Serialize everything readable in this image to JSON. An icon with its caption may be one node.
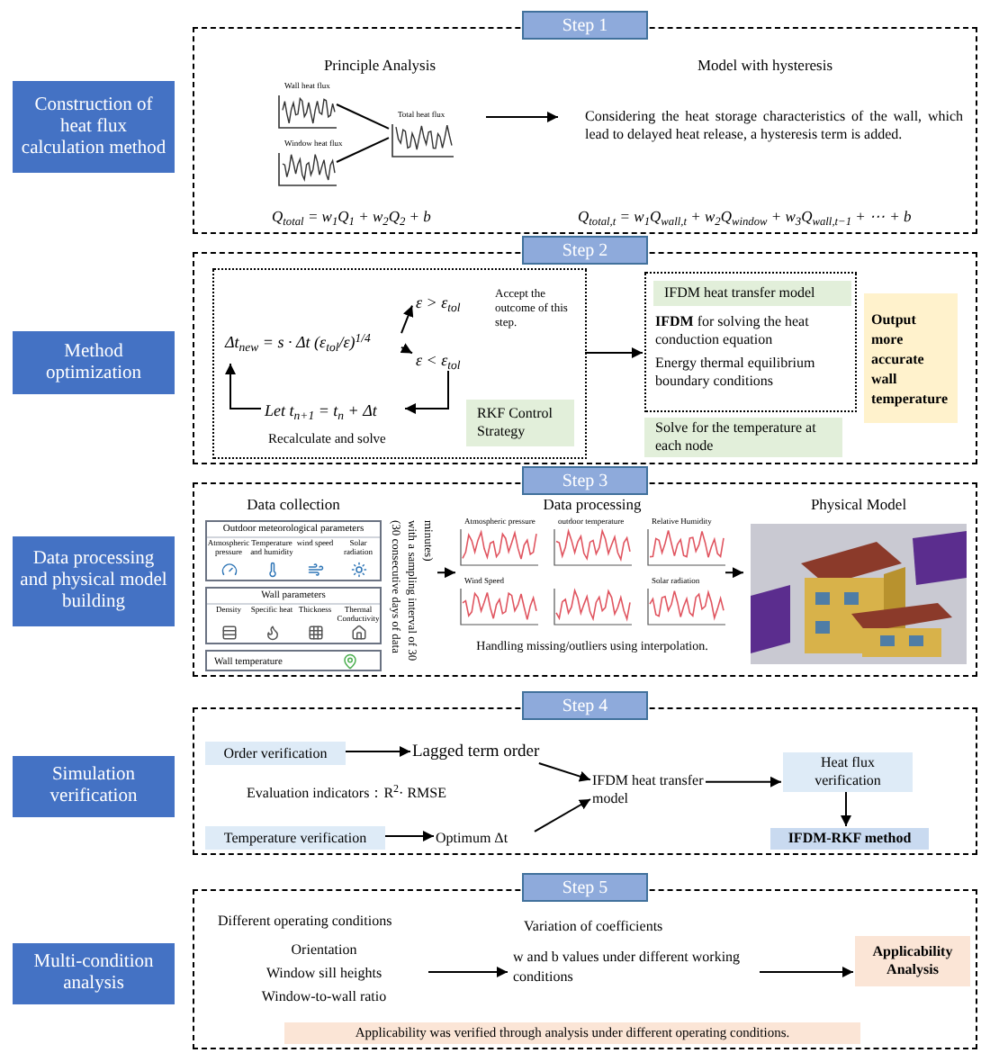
{
  "diagram": {
    "nodes": [
      {
        "text": [
          "Construction of heat flux calculation method"
        ]
      },
      {
        "text": [
          "Step 1"
        ]
      },
      {
        "text": [
          "Principle Analysis",
          "Q$_{total}$ = w$_{1}$Q$_{1}$ + w$_{2}$Q$_{2}$ + b"
        ],
        "in": 1
      },
      {
        "text": [
          "Wall heat flux"
        ],
        "in": 2
      },
      {
        "text": [
          "Window heat flux"
        ],
        "in": 2
      },
      {
        "text": [
          "Total heat flux"
        ],
        "in": 2
      },
      {
        "text": [
          "Model with hysteresis",
          "Considering the heat storage characteristics of the wall, which lead to delayed heat release, a hysteresis term is added.",
          "Q$_{total,t}$ = w$_{1}$Q$_{wall,t}$ + w$_{2}$Q$_{window}$ + w$_{3}$Q$_{wall,t−1}$ + ⋯ + b"
        ],
        "in": 1
      },
      {
        "text": [
          "Method optimization"
        ]
      },
      {
        "text": [
          "Step 2"
        ]
      },
      {
        "text": [
          "Recalculate and solve"
        ],
        "in": 8
      },
      {
        "text": [
          "Δt$_{new}$ = s · Δt (ε$_{tol}$/ε)$^{1/4}$"
        ],
        "in": 9
      },
      {
        "text": [
          "ε > ε$_{tol}$"
        ],
        "in": 9,
        "beside": [
          "Accept the outcome of this step."
        ]
      },
      {
        "text": [
          "ε < ε$_{tol}$"
        ],
        "in": 9
      },
      {
        "text": [
          "Let t$_{n+1}$ = t$_{n}$ + Δt"
        ],
        "in": 9
      },
      {
        "text": [
          "RKF Control Strategy"
        ],
        "in": 9
      },
      {
        "text": [
          "**IFDM** for solving the heat conduction equation",
          "Energy thermal equilibrium boundary conditions"
        ],
        "in": 8
      },
      {
        "text": [
          "IFDM heat transfer model"
        ],
        "in": 15
      },
      {
        "text": [
          "Solve for the temperature at each node"
        ],
        "in": 8
      },
      {
        "text": [
          "Output more accurate wall temperature"
        ],
        "in": 8
      },
      {
        "text": [
          "Data processing and physical model building"
        ]
      },
      {
        "text": [
          "Step 3"
        ]
      },
      {
        "text": [
          "Data collection",
          "(30 consecutive days of data with a sampling interval of 30 minutes)"
        ],
        "in": 20
      },
      {
        "text": [
          "Outdoor meteorological parameters",
          "Atmospheric pressure",
          "Temperature and humidity",
          "wind speed",
          "Solar radiation"
        ],
        "in": 21
      },
      {
        "text": [
          "Wall parameters",
          "Density",
          "Specific heat",
          "Thickness",
          "Thermal Conductivity"
        ],
        "in": 21
      },
      {
        "text": [
          "Wall temperature"
        ],
        "in": 21
      },
      {
        "text": [
          "Data processing",
          "Handling missing/outliers using interpolation."
        ],
        "in": 20
      },
      {
        "text": [
          "Physical Model"
        ],
        "in": 20
      },
      {
        "text": [
          "Simulation verification"
        ]
      },
      {
        "text": [
          "Step 4"
        ]
      },
      {
        "text": [
          "Order verification"
        ],
        "in": 28
      },
      {
        "text": [
          "Lagged term order"
        ],
        "in": 28
      },
      {
        "text": [
          "Temperature verification"
        ],
        "in": 28
      },
      {
        "text": [
          "Optimum Δt"
        ],
        "in": 28
      },
      {
        "text": [
          "IFDM heat transfer model"
        ],
        "in": 28
      },
      {
        "text": [
          "Heat flux verification"
        ],
        "in": 28
      },
      {
        "text": [
          "IFDM-RKF method"
        ],
        "in": 28
      },
      {
        "text": [
          "Multi-condition analysis"
        ]
      },
      {
        "text": [
          "Step 5"
        ]
      },
      {
        "text": [
          "Different operating conditions",
          "Orientation",
          "Window sill heights",
          "Window-to-wall ratio"
        ],
        "in": 37
      },
      {
        "text": [
          "Variation of coefficients",
          "w and b values under different working conditions"
        ],
        "in": 37
      },
      {
        "text": [
          "Applicability Analysis"
        ],
        "in": 37
      },
      {
        "text": [
          "Applicability was verified through analysis under different operating conditions."
        ],
        "in": 37
      }
    ],
    "edges": [
      {
        "from": 3,
        "to": 5,
        "arrow": "none"
      },
      {
        "from": 4,
        "to": 5,
        "arrow": "none"
      },
      {
        "from": 2,
        "to": 6,
        "arrow": "to"
      },
      {
        "from": 10,
        "to": 11,
        "arrow": "to"
      },
      {
        "from": 10,
        "to": 12,
        "arrow": "to"
      },
      {
        "from": 12,
        "to": 13,
        "arrow": "to"
      },
      {
        "from": 13,
        "to": 10,
        "arrow": "to"
      },
      {
        "from": 9,
        "to": 15,
        "arrow": "to"
      },
      {
        "from": 21,
        "to": 25,
        "arrow": "to"
      },
      {
        "from": 25,
        "to": 26,
        "arrow": "to"
      },
      {
        "from": 29,
        "to": 30,
        "arrow": "to"
      },
      {
        "from": 31,
        "to": 32,
        "arrow": "to"
      },
      {
        "from": 30,
        "to": 33,
        "arrow": "to"
      },
      {
        "from": 32,
        "to": 33,
        "arrow": "to"
      },
      {
        "from": 33,
        "to": 34,
        "arrow": "to"
      },
      {
        "from": 34,
        "to": 35,
        "arrow": "to"
      },
      {
        "from": 38,
        "to": 39,
        "arrow": "to"
      },
      {
        "from": 39,
        "to": 40,
        "arrow": "to"
      }
    ],
    "labels": [
      "Atmospheric pressure",
      "outdoor temperature",
      "Relative Humidity",
      "Wind Speed",
      "Solar radiation",
      "Evaluation indicators：R$^{2}$· RMSE"
    ]
  }
}
